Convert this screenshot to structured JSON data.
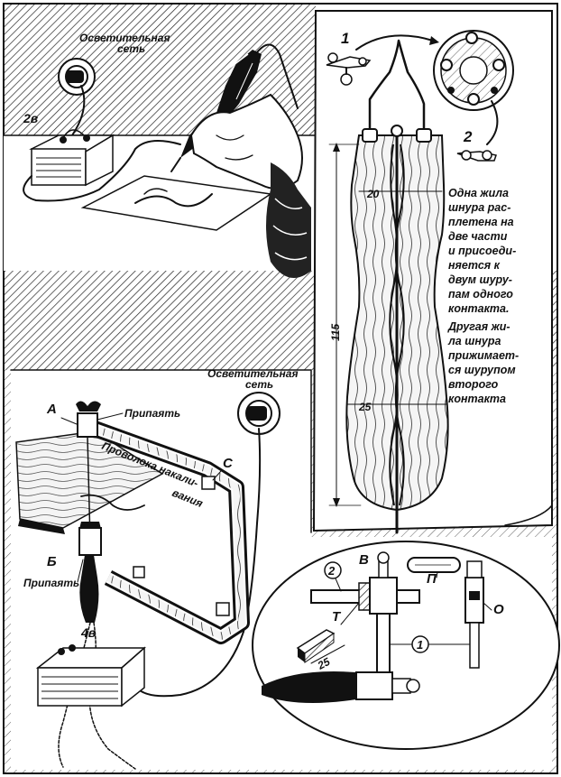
{
  "top_left_panel": {
    "network_label_line1": "Осветительная",
    "network_label_line2": "сеть",
    "battery_label": "2в"
  },
  "pen_detail_panel": {
    "contact_1_label": "1",
    "contact_2_label": "2",
    "dim_width": "20",
    "dim_length": "115",
    "dim_bottom": "25",
    "caption_lines_1": [
      "Одна жила",
      "шнура рас-",
      "плетена на",
      "две части",
      "и присоеди-",
      "няется к",
      "двум шуру-",
      "пам одного",
      "контакта."
    ],
    "caption_lines_2": [
      "Другая жи-",
      "ла шнура",
      "прижимает-",
      "ся шурупом",
      "второго",
      "контакта"
    ]
  },
  "saw_panel": {
    "network_label_line1": "Осветительная",
    "network_label_line2": "сеть",
    "label_A": "А",
    "label_B": "Б",
    "label_C": "С",
    "solder_top": "Припаять",
    "solder_bottom": "Припаять",
    "wire_line1": "Проволока накали-",
    "wire_line2": "вания",
    "battery_label": "4в"
  },
  "oval_detail": {
    "label_V": "В",
    "label_P": "П",
    "label_T": "Т",
    "label_O": "О",
    "circle_1": "1",
    "circle_2": "2",
    "dim_25": "25"
  }
}
